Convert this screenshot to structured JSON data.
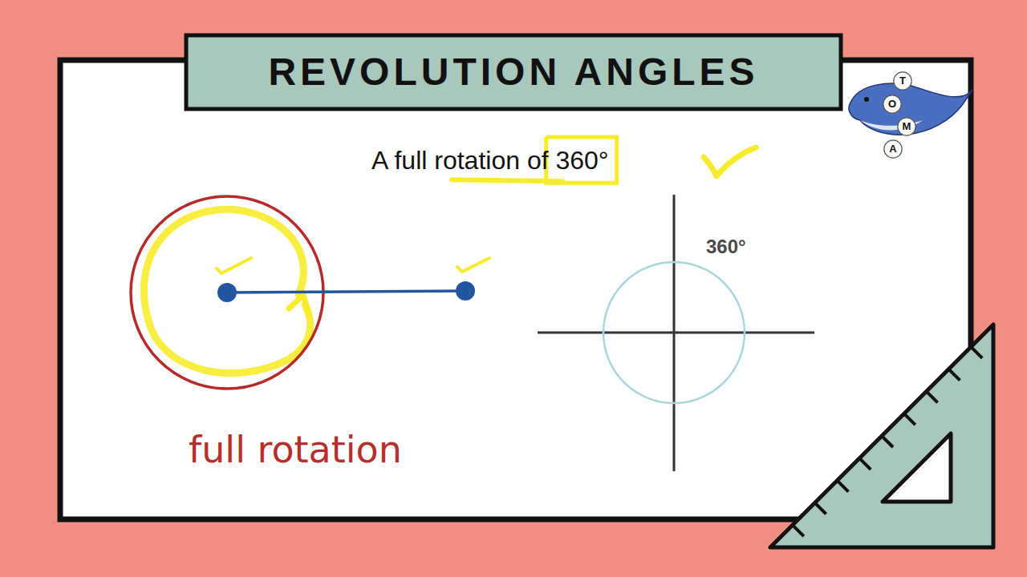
{
  "diagram": {
    "title": "REVOLUTION ANGLES",
    "labels": [
      "A full rotation of 360°",
      "360°",
      "full rotation",
      "T",
      "O",
      "M",
      "A"
    ]
  }
}
